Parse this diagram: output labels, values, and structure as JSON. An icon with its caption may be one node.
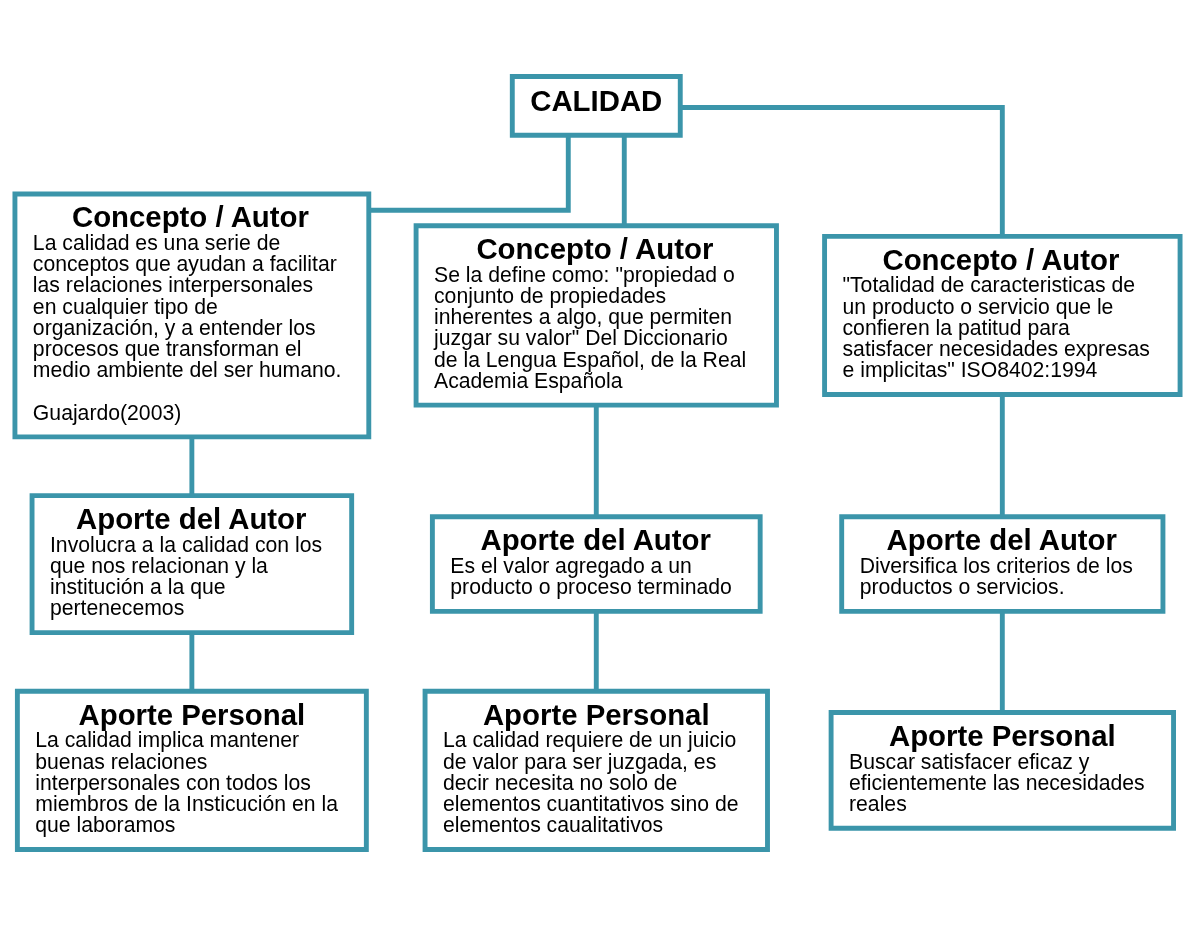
{
  "diagram": {
    "nodes": [
      {
        "text": [
          "CALIDAD"
        ]
      },
      {
        "text": [
          "Concepto / Autor",
          "La calidad es una serie de conceptos que ayudan a facilitar las relaciones interpersonales en cualquier tipo de organización, y a entender los procesos que transforman el medio ambiente del ser humano.",
          "Guajardo(2003)"
        ]
      },
      {
        "text": [
          "Concepto / Autor",
          "Se la define como: \"propiedad o conjunto de propiedades inherentes a algo, que permiten juzgar su valor\" Del Diccionario de la Lengua Español, de la Real Academia Española"
        ]
      },
      {
        "text": [
          "Concepto / Autor",
          "\"Totalidad de caracteristicas de un producto o servicio que le confieren la patitud para satisfacer necesidades expresas e implicitas\" ISO8402:1994"
        ]
      },
      {
        "text": [
          "Aporte del Autor",
          "Involucra a la calidad con los que nos relacionan y la institución a la que pertenecemos"
        ]
      },
      {
        "text": [
          "Aporte del Autor",
          "Es el valor agregado a un producto o proceso terminado"
        ]
      },
      {
        "text": [
          "Aporte del Autor",
          "Diversifica los criterios de los productos o servicios."
        ]
      },
      {
        "text": [
          "Aporte Personal",
          "La calidad implica mantener buenas relaciones interpersonales con todos los miembros de la Insticución en la que laboramos"
        ]
      },
      {
        "text": [
          "Aporte Personal",
          "La calidad requiere de un juicio de valor para ser juzgada, es decir necesita no solo de elementos cuantitativos sino de elementos caualitativos"
        ]
      },
      {
        "text": [
          "Aporte Personal",
          "Buscar satisfacer eficaz y eficientemente las necesidades reales"
        ]
      }
    ],
    "edges": [
      {
        "from": 0,
        "to": 1,
        "arrow": "none"
      },
      {
        "from": 0,
        "to": 2,
        "arrow": "none"
      },
      {
        "from": 0,
        "to": 3,
        "arrow": "none"
      },
      {
        "from": 1,
        "to": 4,
        "arrow": "none"
      },
      {
        "from": 2,
        "to": 5,
        "arrow": "none"
      },
      {
        "from": 3,
        "to": 6,
        "arrow": "none"
      },
      {
        "from": 4,
        "to": 7,
        "arrow": "none"
      },
      {
        "from": 5,
        "to": 8,
        "arrow": "none"
      },
      {
        "from": 6,
        "to": 9,
        "arrow": "none"
      }
    ]
  }
}
